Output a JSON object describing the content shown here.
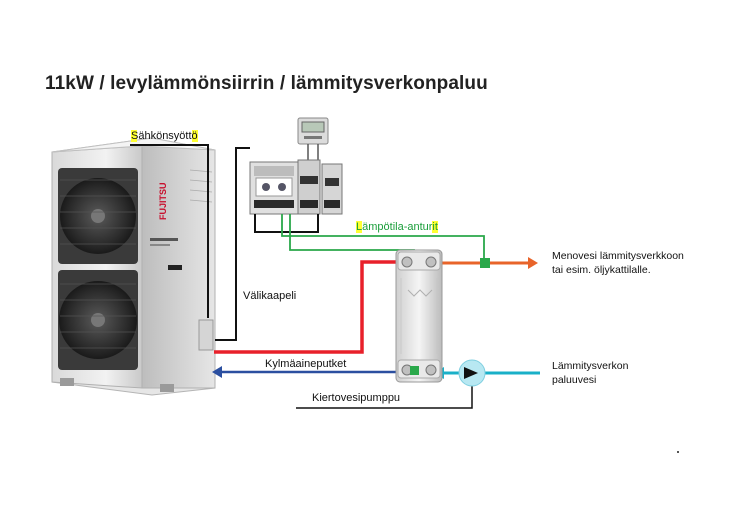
{
  "title": "11kW / levylämmönsiirrin / lämmitysverkonpaluu",
  "labels": {
    "power_supply": "Sähkönsyöttö",
    "interconnect_cable": "Välikaapeli",
    "temperature_sensors": "Lämpötila-anturit",
    "refrigerant_pipes": "Kylmäaineputket",
    "circulation_pump": "Kiertovesipumppu",
    "supply_water_line1": "Menovesi lämmitysverkkoon",
    "supply_water_line2": "tai esim. öljykattilalle.",
    "return_line1": "Lämmitysverkon",
    "return_line2": "paluuvesi"
  },
  "unit": {
    "brand": "FUJITSU"
  },
  "colors": {
    "refrigerant_hot": "#e8202a",
    "refrigerant_cold": "#2b4fa0",
    "supply_water": "#e8642a",
    "return_water": "#1ab0c8",
    "sensor_wire": "#2aa84a",
    "highlight": "#ffff33"
  },
  "icons": [
    "outdoor-unit",
    "controller-box",
    "remote-display",
    "plate-heat-exchanger",
    "circulation-pump"
  ]
}
